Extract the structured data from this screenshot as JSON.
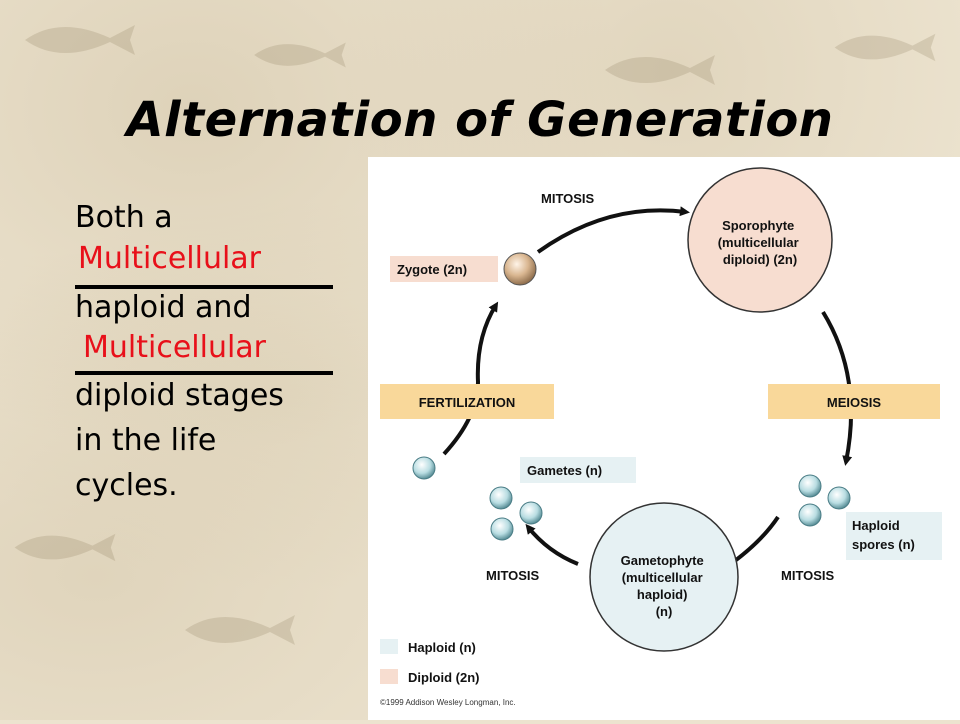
{
  "slide": {
    "title": "Alternation of Generation",
    "text_lines": [
      "Both a",
      "haploid and",
      "diploid stages",
      "in the life",
      "cycles."
    ],
    "blanks": [
      "Multicellular",
      "Multicellular"
    ]
  },
  "diagram": {
    "mitosis_top": "MITOSIS",
    "mitosis_bottom_left": "MITOSIS",
    "mitosis_bottom_right": "MITOSIS",
    "meiosis": "MEIOSIS",
    "fertilization": "FERTILIZATION",
    "zygote": "Zygote (2n)",
    "sporophyte_lines": [
      "Sporophyte",
      "(multicellular",
      "diploid) (2n)"
    ],
    "gametophyte_lines": [
      "Gametophyte",
      "(multicellular",
      "haploid)",
      "(n)"
    ],
    "gametes": "Gametes (n)",
    "haploid_spores_lines": [
      "Haploid",
      "spores (n)"
    ],
    "legend_haploid": "Haploid (n)",
    "legend_diploid": "Diploid (2n)",
    "copyright": "©1999 Addison Wesley Longman, Inc.",
    "colors": {
      "haploid": "#e6f1f3",
      "diploid": "#f7ddd0",
      "process_box": "#f9d89a",
      "blank_text": "#e8101a"
    }
  }
}
